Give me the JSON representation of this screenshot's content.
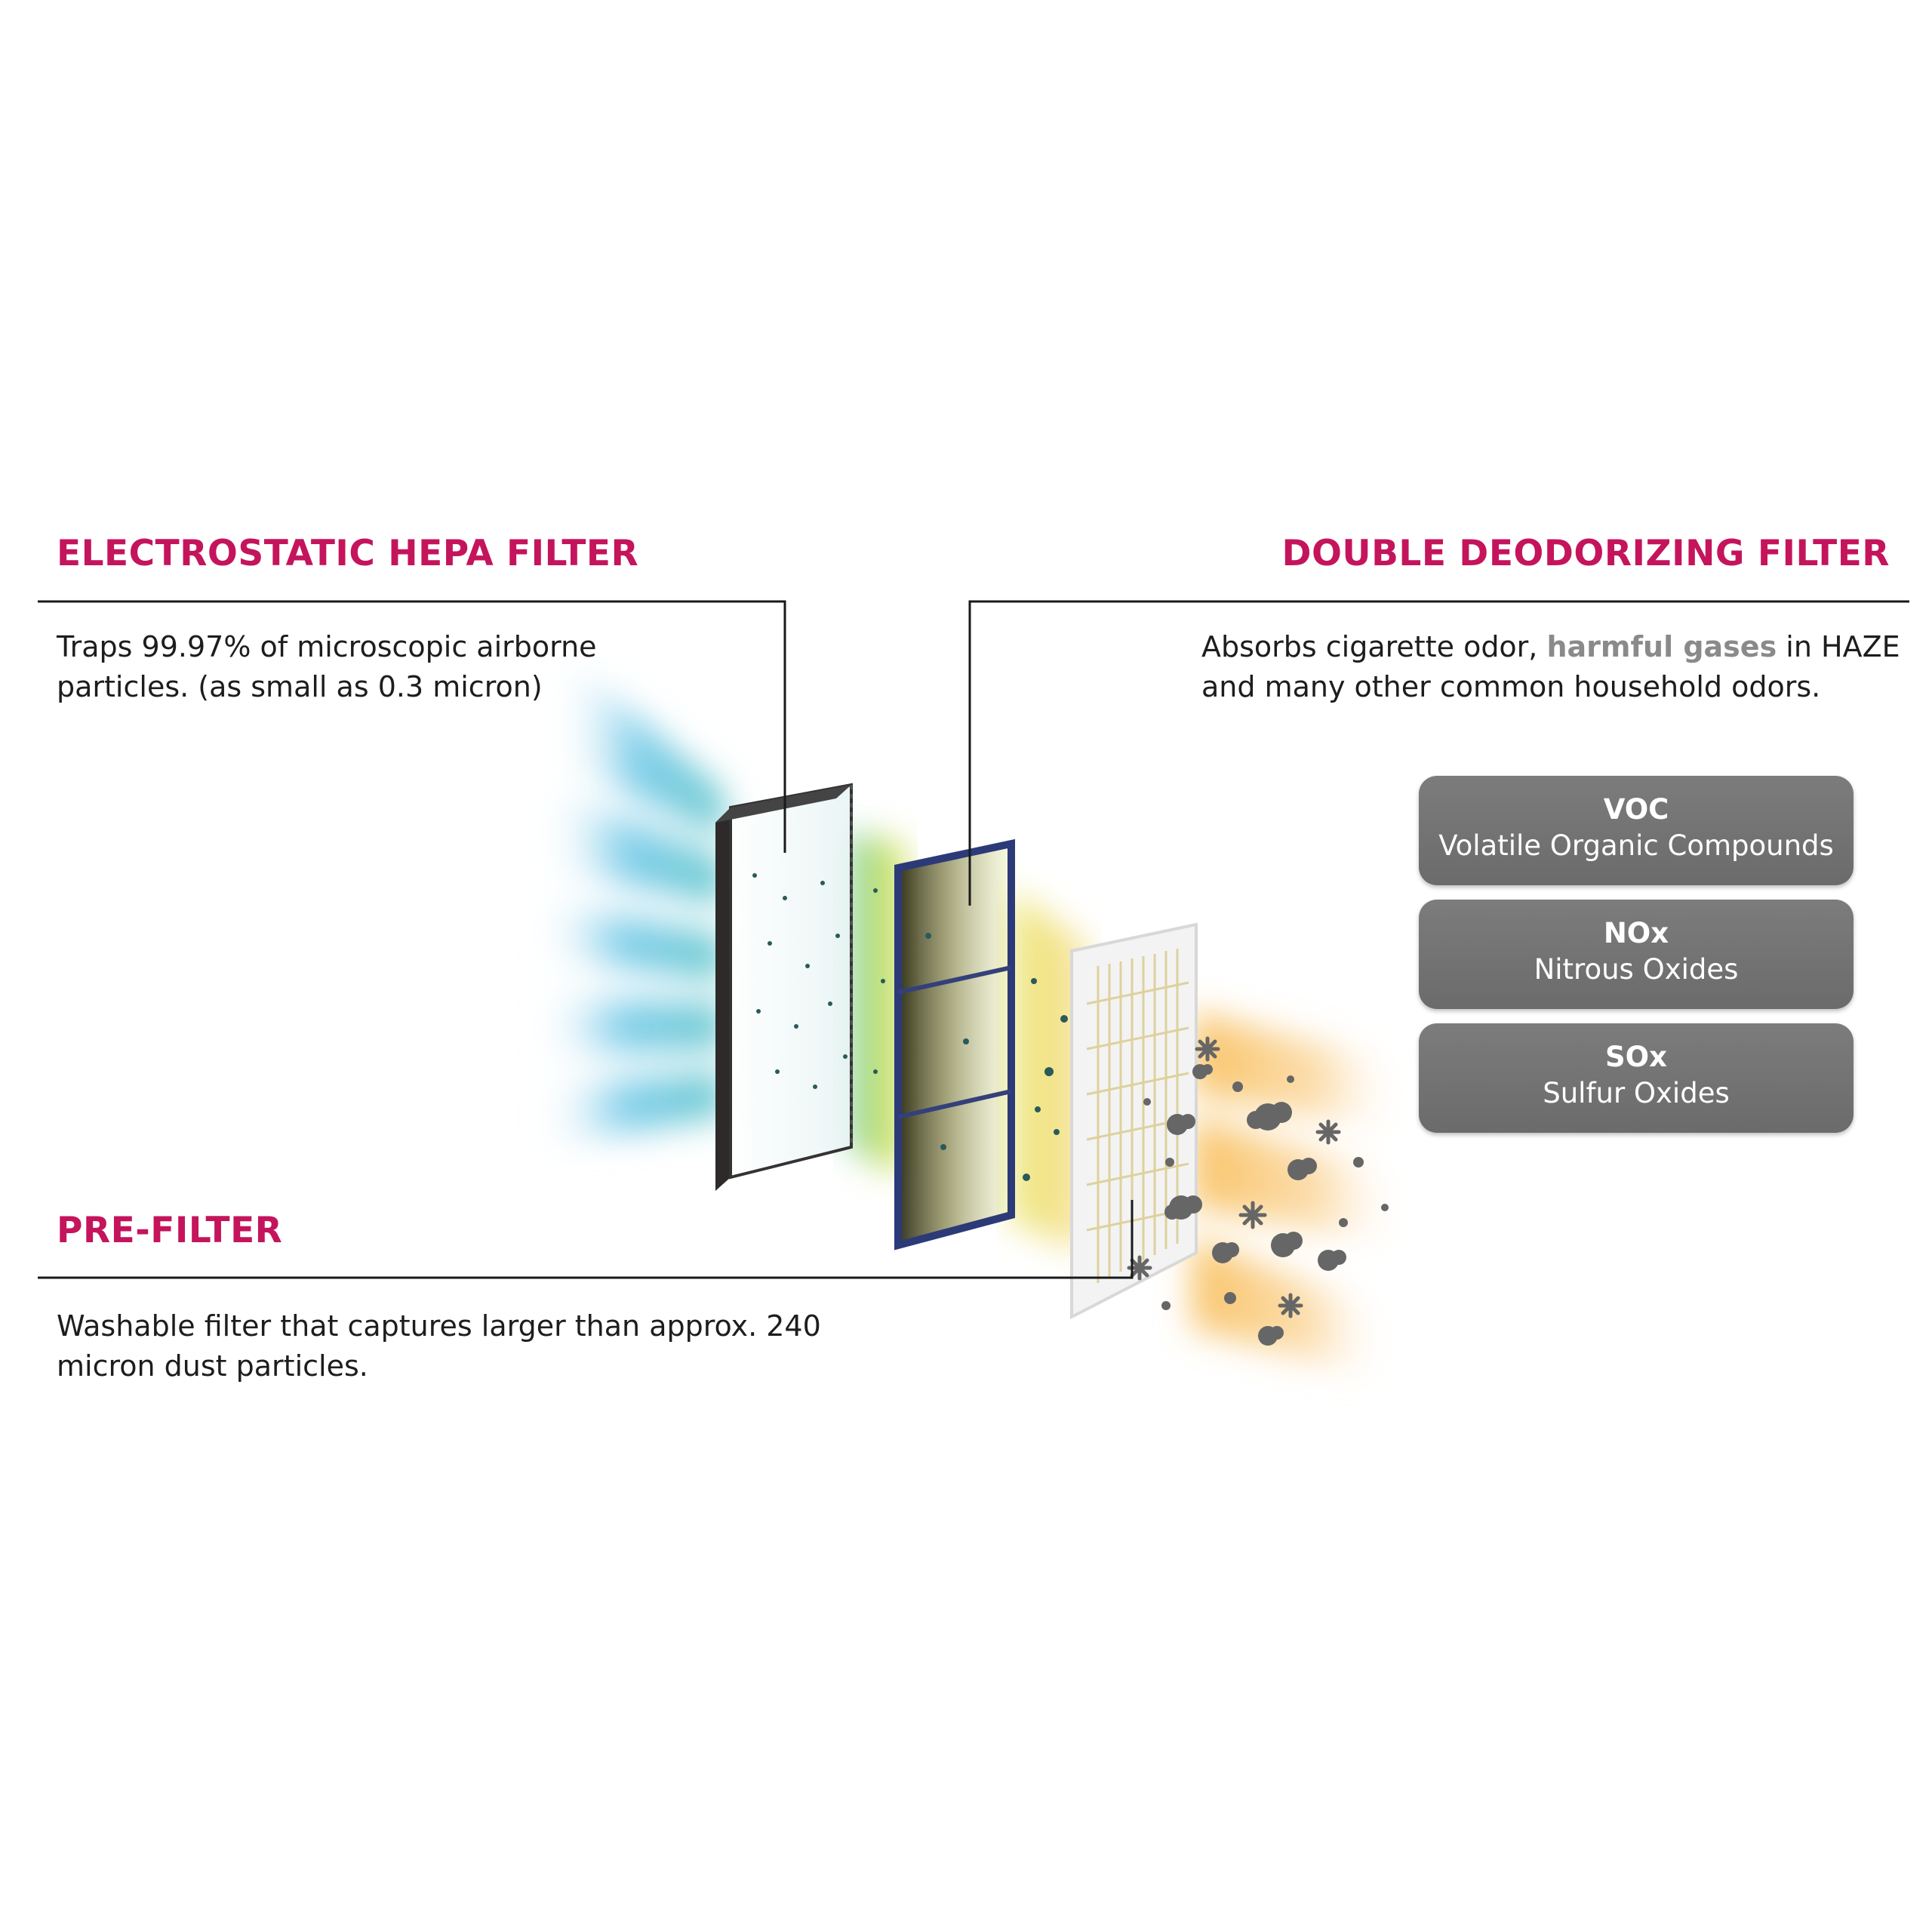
{
  "hepa": {
    "title": "ELECTROSTATIC HEPA FILTER",
    "desc_line1": "Traps 99.97% of microscopic airborne",
    "desc_line2": "particles. (as small as 0.3 micron)"
  },
  "deodorizing": {
    "title": "DOUBLE DEODORIZING FILTER",
    "desc_line1_a": "Absorbs cigarette odor, ",
    "desc_line1_hl": "harmful gases",
    "desc_line1_b": " in HAZE",
    "desc_line2": "and many other common household odors."
  },
  "prefilter": {
    "title": "PRE-FILTER",
    "desc_line1": "Washable filter that captures larger than approx. 240",
    "desc_line2": "micron dust particles."
  },
  "gases": [
    {
      "abbr": "VOC",
      "full": "Volatile Organic Compounds"
    },
    {
      "abbr": "NOx",
      "full": "Nitrous Oxides"
    },
    {
      "abbr": "SOx",
      "full": "Sulfur Oxides"
    }
  ],
  "colors": {
    "heading": "#c4145c",
    "highlight": "#8a8a8a",
    "pill": "#737373",
    "clean_air": "#4bb8e0",
    "mid_air": "#b8dc40",
    "dirty_air": "#f5b640",
    "particle": "#6a6a6a"
  },
  "icons": [
    "gas-cloud-icon",
    "spiky-particle-icon",
    "dust-dot-icon"
  ]
}
